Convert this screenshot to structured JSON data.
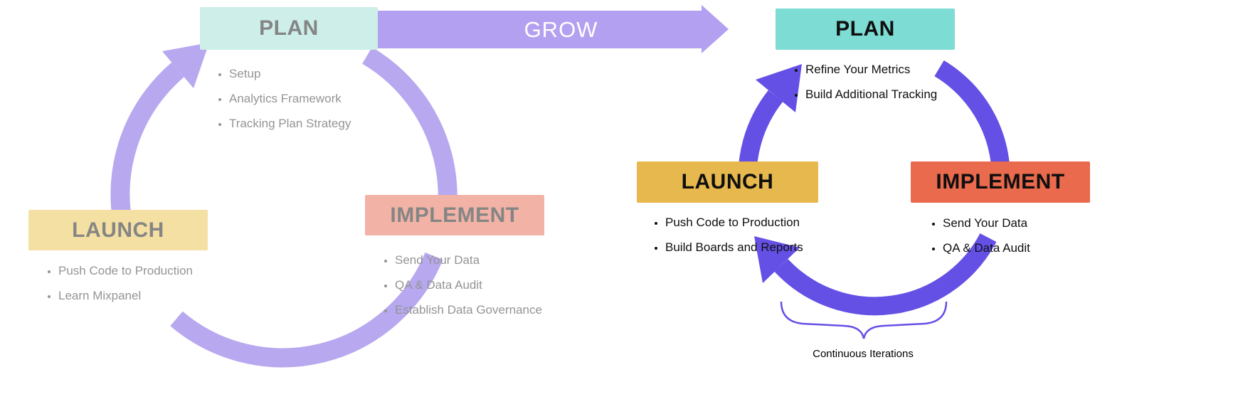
{
  "colors": {
    "background": "#ffffff",
    "left_arc": "#b8a8ef",
    "grow_arrow": "#b4a0f0",
    "right_arc": "#6450e5",
    "left_plan_bg": "#cdeee9",
    "left_implement_bg": "#f2b3a6",
    "left_launch_bg": "#f5e0a3",
    "right_plan_bg": "#7ddcd3",
    "right_launch_bg": "#e7b84d",
    "right_implement_bg": "#ea6a4d",
    "left_text": "#858585",
    "left_bullet_text": "#949494",
    "right_text": "#0f0f0f",
    "grow_label_text": "#ffffff"
  },
  "grow_arrow": {
    "label": "GROW"
  },
  "left_cycle": {
    "plan": {
      "label": "PLAN",
      "items": [
        "Setup",
        "Analytics Framework",
        "Tracking Plan Strategy"
      ]
    },
    "implement": {
      "label": "IMPLEMENT",
      "items": [
        "Send Your Data",
        "QA & Data Audit",
        "Establish Data Governance"
      ]
    },
    "launch": {
      "label": "LAUNCH",
      "items": [
        "Push Code to Production",
        "Learn Mixpanel"
      ]
    }
  },
  "right_cycle": {
    "plan": {
      "label": "PLAN",
      "items": [
        "Refine Your Metrics",
        "Build Additional Tracking"
      ]
    },
    "launch": {
      "label": "LAUNCH",
      "items": [
        "Push Code to Production",
        "Build Boards and Reports"
      ]
    },
    "implement": {
      "label": "IMPLEMENT",
      "items": [
        "Send Your Data",
        "QA & Data Audit"
      ]
    },
    "caption": "Continuous Iterations"
  }
}
